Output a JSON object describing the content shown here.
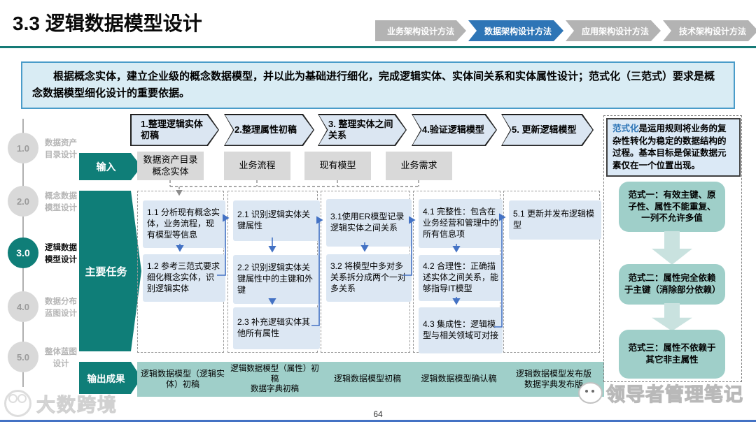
{
  "header": {
    "title": "3.3 逻辑数据模型设计",
    "nav": [
      {
        "label": "业务架构设计方法",
        "active": false
      },
      {
        "label": "数据架构设计方法",
        "active": true
      },
      {
        "label": "应用架构设计方法",
        "active": false
      },
      {
        "label": "技术架构设计方法",
        "active": false
      }
    ]
  },
  "intro": "根据概念实体，建立企业级的概念数据模型，并以此为基础进行细化，完成逻辑实体、实体间关系和实体属性设计；范式化（三范式）要求是概念数据模型细化设计的重要依据。",
  "sidebar": {
    "items": [
      {
        "num": "1.0",
        "label": "数据资产\n目录设计",
        "active": false
      },
      {
        "num": "2.0",
        "label": "概念数据\n模型设计",
        "active": false
      },
      {
        "num": "3.0",
        "label": "逻辑数据\n模型设计",
        "active": true
      },
      {
        "num": "4.0",
        "label": "数据分布\n蓝图设计",
        "active": false
      },
      {
        "num": "5.0",
        "label": "整体蓝图\n设计",
        "active": false
      }
    ]
  },
  "steps": [
    "1.整理逻辑实体初稿",
    "2.整理属性初稿",
    "3. 整理实体之间关系",
    "4.验证逻辑模型",
    "5. 更新逻辑模型"
  ],
  "row_labels": {
    "input": "输入",
    "tasks": "主要任务",
    "output": "输出成果"
  },
  "inputs": [
    "数据资产目录\n概念实体",
    "业务流程",
    "现有模型",
    "业务需求"
  ],
  "tasks": [
    [
      "1.1 分析现有概念实体，业务流程，现有模型等信息",
      "1.2 参考三范式要求细化概念实体，识别逻辑实体"
    ],
    [
      "2.1 识别逻辑实体关键属性",
      "2.2 识别逻辑实体关键属性中的主键和外键",
      "2.3 补充逻辑实体其他所有属性"
    ],
    [
      "3.1使用ER模型记录逻辑实体之间关系",
      "3.2 将模型中多对多关系拆分成两个一对多关系"
    ],
    [
      "4.1 完整性：包含在业务经营和管理中的所有信息项",
      "4.2 合理性：正确描述实体之间关系，能够指导IT模型",
      "4.3 集成性：逻辑模型与相关领域可对接"
    ],
    [
      "5.1 更新并发布逻辑模型"
    ]
  ],
  "outputs": [
    "逻辑数据模型（逻辑实体）初稿",
    "逻辑数据模型（属性）初稿\n数据字典初稿",
    "逻辑数据模型初稿",
    "逻辑数据模型确认稿",
    "逻辑数据模型发布版\n数据字典发布版"
  ],
  "normalization": {
    "term": "范式化",
    "desc": "是运用规则将业务的复杂性转化为稳定的数据结构的过程。基本目标是保证数据元素仅在一个位置出现。",
    "rules": [
      "范式一：有效主键、原子性、属性不能重复、一列不允许多值",
      "范式二：属性完全依赖于主键（消除部分依赖）",
      "范式三：属性不依赖于其它非主属性"
    ]
  },
  "footer": {
    "page_number": "64",
    "watermark_left": "大数跨境",
    "watermark_right": "领导者管理笔记"
  },
  "colors": {
    "teal": "#0f7e78",
    "nav_active_blue": "#2e75b6",
    "task_box_blue": "#dce7f3",
    "output_box_teal": "#9fcfc9",
    "connector_blue": "#4472c4",
    "bottom_line_blue": "#4472c4"
  }
}
